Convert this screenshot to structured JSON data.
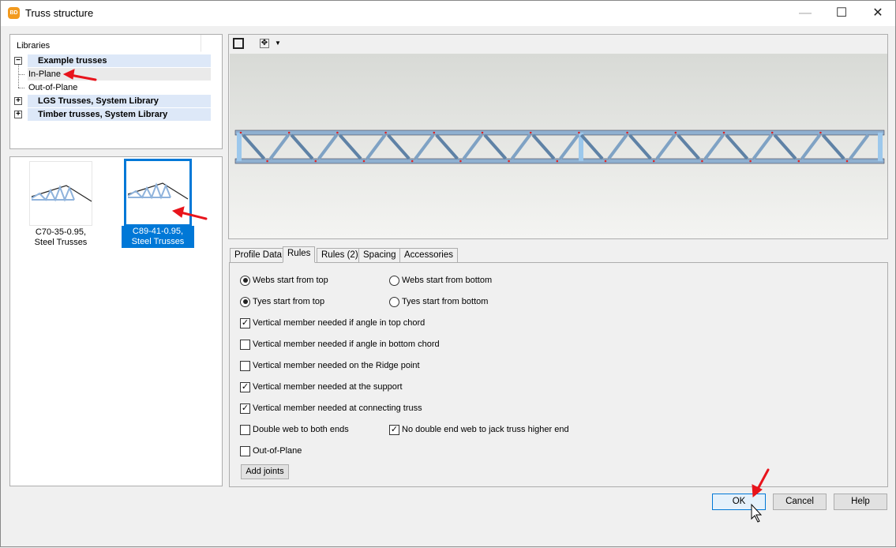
{
  "window": {
    "title": "Truss structure",
    "icon": "BD",
    "minimize": "—",
    "maximize": "☐",
    "close": "✕"
  },
  "tree": {
    "header": "Libraries",
    "groups": [
      {
        "label": "Example trusses",
        "expander": "−",
        "children": [
          "In-Plane",
          "Out-of-Plane"
        ]
      },
      {
        "label": "LGS Trusses, System Library",
        "expander": "+"
      },
      {
        "label": "Timber trusses, System Library",
        "expander": "+"
      }
    ]
  },
  "thumbnails": [
    {
      "label": "C70-35-0.95, Steel Trusses",
      "selected": false
    },
    {
      "label": "C89-41-0.95, Steel Trusses",
      "selected": true
    }
  ],
  "tabs": [
    "Profile Data",
    "Rules",
    "Rules (2)",
    "Spacing",
    "Accessories"
  ],
  "active_tab": "Rules",
  "rules": {
    "webs_top": "Webs start from top",
    "webs_bottom": "Webs start from bottom",
    "tyes_top": "Tyes start from top",
    "tyes_bottom": "Tyes start from bottom",
    "checks": [
      {
        "label": "Vertical member needed if angle in top chord",
        "checked": true
      },
      {
        "label": "Vertical member needed if angle in bottom chord",
        "checked": false
      },
      {
        "label": "Vertical member needed on the Ridge point",
        "checked": false
      },
      {
        "label": "Vertical member needed at the support",
        "checked": true
      },
      {
        "label": "Vertical member needed at connecting truss",
        "checked": true
      },
      {
        "label": "Double web to both ends",
        "checked": false
      },
      {
        "label": "No double end web to jack truss higher end",
        "checked": true
      },
      {
        "label": "Out-of-Plane",
        "checked": false
      }
    ],
    "add_joints": "Add joints"
  },
  "buttons": {
    "ok": "OK",
    "cancel": "Cancel",
    "help": "Help"
  },
  "colors": {
    "accent": "#0078d7",
    "tree_group": "#dde8f8",
    "arrow": "#e8141c"
  }
}
